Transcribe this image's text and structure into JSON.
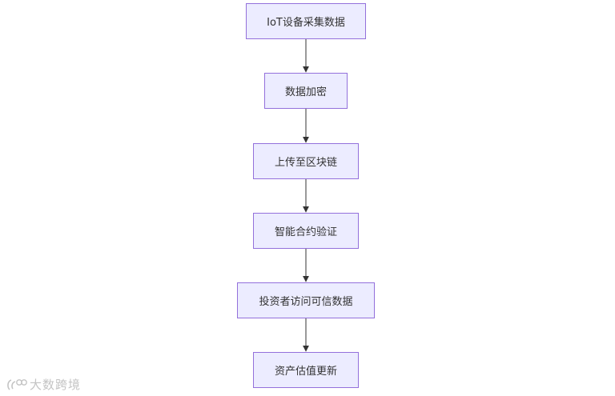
{
  "flowchart": {
    "nodes": [
      {
        "id": "n1",
        "label": "IoT设备采集数据"
      },
      {
        "id": "n2",
        "label": "数据加密"
      },
      {
        "id": "n3",
        "label": "上传至区块链"
      },
      {
        "id": "n4",
        "label": "智能合约验证"
      },
      {
        "id": "n5",
        "label": "投资者访问可信数据"
      },
      {
        "id": "n6",
        "label": "资产估值更新"
      }
    ],
    "edges": [
      {
        "from": "n1",
        "to": "n2"
      },
      {
        "from": "n2",
        "to": "n3"
      },
      {
        "from": "n3",
        "to": "n4"
      },
      {
        "from": "n4",
        "to": "n5"
      },
      {
        "from": "n5",
        "to": "n6"
      }
    ]
  },
  "watermark": {
    "text": "大数跨境",
    "icon": "logo-icon"
  },
  "colors": {
    "node_fill": "#ECECFF",
    "node_border": "#9370DB",
    "text": "#333333",
    "edge": "#333333",
    "watermark": "#c4c4c4"
  }
}
